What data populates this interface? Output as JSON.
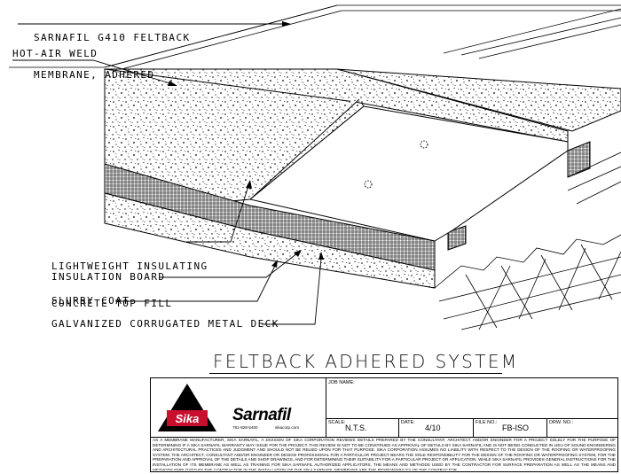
{
  "callouts": {
    "membrane_line1": "SARNAFIL G410 FELTBACK",
    "membrane_line2": "MEMBRANE, ADHERED",
    "hot_air_weld": "HOT-AIR WELD",
    "lwic_line1": "LIGHTWEIGHT INSULATING",
    "lwic_line2": "CONCRETE TOP FILL",
    "insulation_board": "INSULATION BOARD",
    "slurry_coat": "SLURRY COAT",
    "metal_deck": "GALVANIZED CORRUGATED METAL DECK"
  },
  "title": "FELTBACK ADHERED SYSTEM",
  "title_block": {
    "job_name_label": "JOB NAME:",
    "scale_label": "SCALE:",
    "scale_value": "N.T.S.",
    "date_label": "DATE:",
    "date_value": "4/10",
    "file_no_label": "FILE NO.:",
    "file_no_value": "FB-ISO",
    "drw_no_label": "DRW. NO.:",
    "logo_text": "Sika",
    "brand": "Sarnafil",
    "phone": "781-828-5400",
    "website": "sikacorp.com",
    "disclaimer": "AS A MEMBRANE MANUFACTURER, SIKA SARNAFIL, A DIVISION OF SIKA CORPORATION REVIEWS DETAILS PREPARED BY THE CONSULTANT, ARCHITECT AND/OR ENGINEER FOR A PROJECT SOLELY FOR THE PURPOSE OF DETERMINING IF A SIKA SARNAFIL WARRANTY MAY ISSUE FOR THE PROJECT. THIS REVIEW IS NOT TO BE CONSTRUED AS APPROVAL OF DETAILS BY SIKA SARNAFIL AND IS NOT BEING CONDUCTED IN LIEU OF SOUND ENGINEERING AND ARCHITECTURAL PRACTICES AND JUDGMENT AND SHOULD NOT BE RELIED UPON FOR THAT PURPOSE. SIKA CORPORATION ASSUMES NO LIABILITY WITH RESPECT TO THE DESIGN OF THE ROOFING OR WATERPROOFING SYSTEM. THE ARCHITECT, CONSULTANT AND/OR ENGINEER OR DESIGN PROFESSIONAL FOR A PARTICULAR PROJECT BEARS THE SOLE RESPONSIBILITY FOR THE DESIGN OF THE ROOFING OR WATERPROOFING SYSTEM, FOR THE PREPARATION AND APPROVAL OF THE DETAILS AND SHOP DRAWINGS, AND FOR DETERMINING THEIR SUITABILITY FOR A PARTICULAR PROJECT OR APPLICATION. WHILE SIKA SARNAFIL PROVIDES GENERAL INSTRUCTIONS FOR THE INSTALLATION OF ITS MEMBRANE AS WELL AS TRAINING FOR SIKA SARNAFIL AUTHORIZED APPLICATORS, THE MEANS AND METHODS USED BY THE CONTRACTOR FOR SURFACE PREPARATION AS WELL AS THE MEANS AND METHODS EMPLOYED BY THE CONTRACTOR IN THE INSTALLATION OF THE SIKA SARNAFIL MEMBRANE ARE THE RESPONSIBILITY OF THE CONTRACTOR."
  },
  "colors": {
    "ink": "#000000",
    "brand_red": "#c8102e",
    "paper": "#ffffff"
  }
}
